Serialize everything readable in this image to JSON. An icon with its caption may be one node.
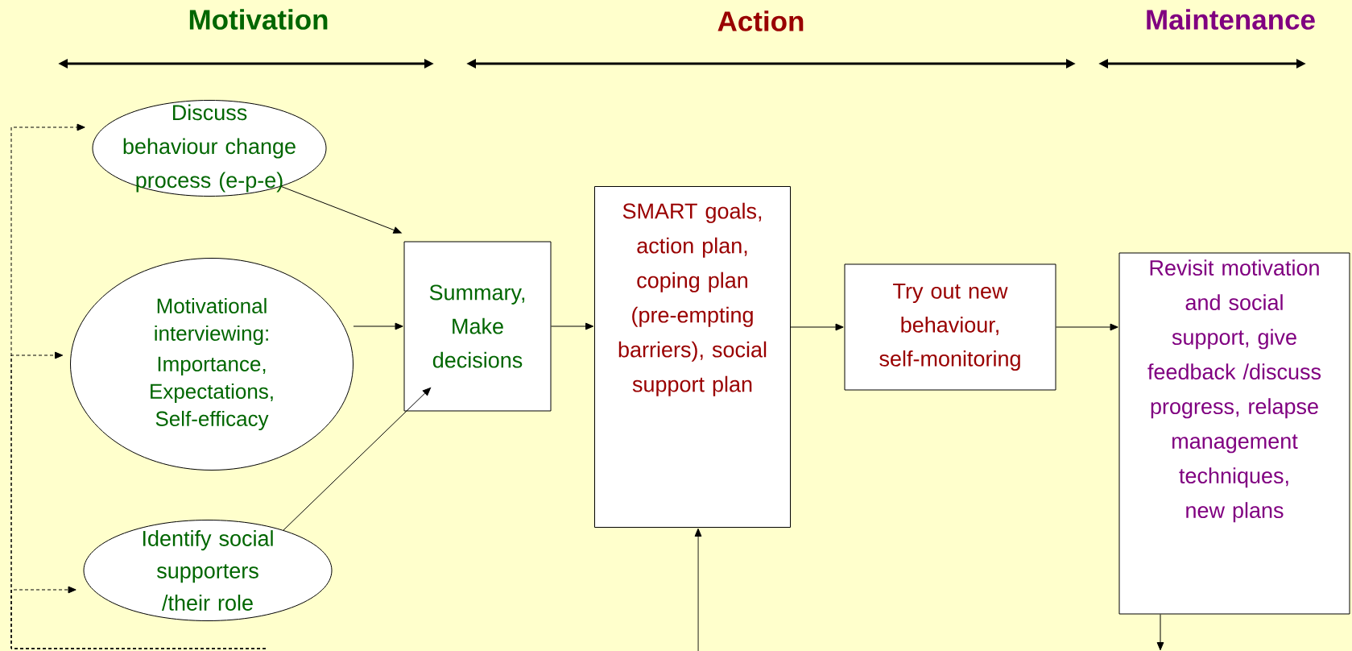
{
  "diagram": {
    "nodes": [
      {
        "text": [
          "Discuss behaviour change process (e-p-e)"
        ]
      },
      {
        "text": [
          "Motivational interviewing:",
          "Importance, Expectations, Self-efficacy"
        ]
      },
      {
        "text": [
          "Identify social supporters /their role"
        ]
      },
      {
        "text": [
          "Summary, Make decisions"
        ]
      },
      {
        "text": [
          "SMART goals, action plan, coping plan (pre-empting barriers), social support plan"
        ]
      },
      {
        "text": [
          "Try out new behaviour, self-monitoring"
        ]
      },
      {
        "text": [
          "Revisit motivation and social support, give feedback /discuss progress, relapse management techniques, new plans"
        ]
      }
    ],
    "edges": [
      {
        "from": 0,
        "to": 3,
        "arrow": "to"
      },
      {
        "from": 1,
        "to": 3,
        "arrow": "to"
      },
      {
        "from": 2,
        "to": 3,
        "arrow": "to"
      },
      {
        "from": 3,
        "to": 4,
        "arrow": "to"
      },
      {
        "from": 4,
        "to": 5,
        "arrow": "to"
      },
      {
        "from": 5,
        "to": 6,
        "arrow": "to"
      },
      {
        "from": null,
        "to": 4,
        "arrow": "to"
      },
      {
        "from": 6,
        "to": null,
        "arrow": "to"
      },
      {
        "from": null,
        "to": 0,
        "arrow": "to",
        "style": "dashed"
      },
      {
        "from": null,
        "to": 1,
        "arrow": "to",
        "style": "dashed"
      },
      {
        "from": null,
        "to": 2,
        "arrow": "to",
        "style": "dashed"
      }
    ],
    "labels": [
      "Motivation",
      "Action",
      "Maintenance"
    ]
  }
}
